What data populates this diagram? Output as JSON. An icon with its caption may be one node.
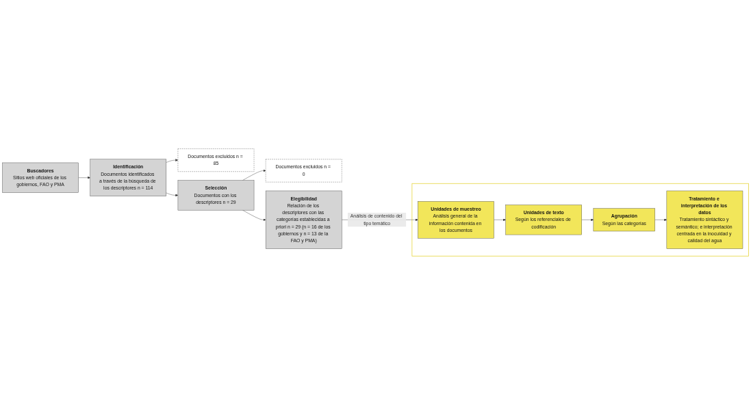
{
  "diagram": {
    "nodes": [
      {
        "text": [
          "Documentos excluidos n = 85"
        ]
      },
      {
        "text": [
          "Documentos excluidos n = 0"
        ]
      },
      {
        "text": [
          "Buscadores",
          "Sitios web oficiales de los gobiernos, FAO y PMA"
        ]
      },
      {
        "text": [
          "Identificación",
          "Documentos identificados a través de la búsqueda de los descriptores n = 114"
        ]
      },
      {
        "text": [
          "Selección",
          "Documentos con los descriptores n = 29"
        ]
      },
      {
        "text": [
          "Elegibilidad",
          "Relación de los descriptores con las categorías establecidas a priori n = 29 (n = 16 de los gobiernos y n = 13 de la FAO y PMA)"
        ]
      },
      {
        "text": [],
        "shape": "box"
      },
      {
        "text": [
          "Unidades de muestreo",
          "Análisis general de la información contenida en los documentos"
        ],
        "in": 6
      },
      {
        "text": [
          "Unidades de texto",
          "Según los referenciales de codificación"
        ],
        "in": 6
      },
      {
        "text": [
          "Agrupación",
          "Según las categorías"
        ],
        "in": 6
      },
      {
        "text": [
          "Tratamiento e interpretación de los datos",
          "Tratamiento sintáctico y semántico; e interpretación centrada en la inocuidad y calidad del agua"
        ],
        "in": 6
      }
    ],
    "edges": [
      {
        "from": 2,
        "to": 3,
        "arrow": "to"
      },
      {
        "from": 3,
        "to": 0,
        "arrow": "to"
      },
      {
        "from": 3,
        "to": 4,
        "arrow": "to"
      },
      {
        "from": 4,
        "to": 1,
        "arrow": "to"
      },
      {
        "from": 4,
        "to": 5,
        "arrow": "to"
      },
      {
        "from": 5,
        "to": 7,
        "arrow": "to",
        "label": "Análisis de contenido del tipo temático"
      },
      {
        "from": 7,
        "to": 8,
        "arrow": "to"
      },
      {
        "from": 8,
        "to": 9,
        "arrow": "to"
      },
      {
        "from": 9,
        "to": 10,
        "arrow": "to"
      }
    ]
  }
}
